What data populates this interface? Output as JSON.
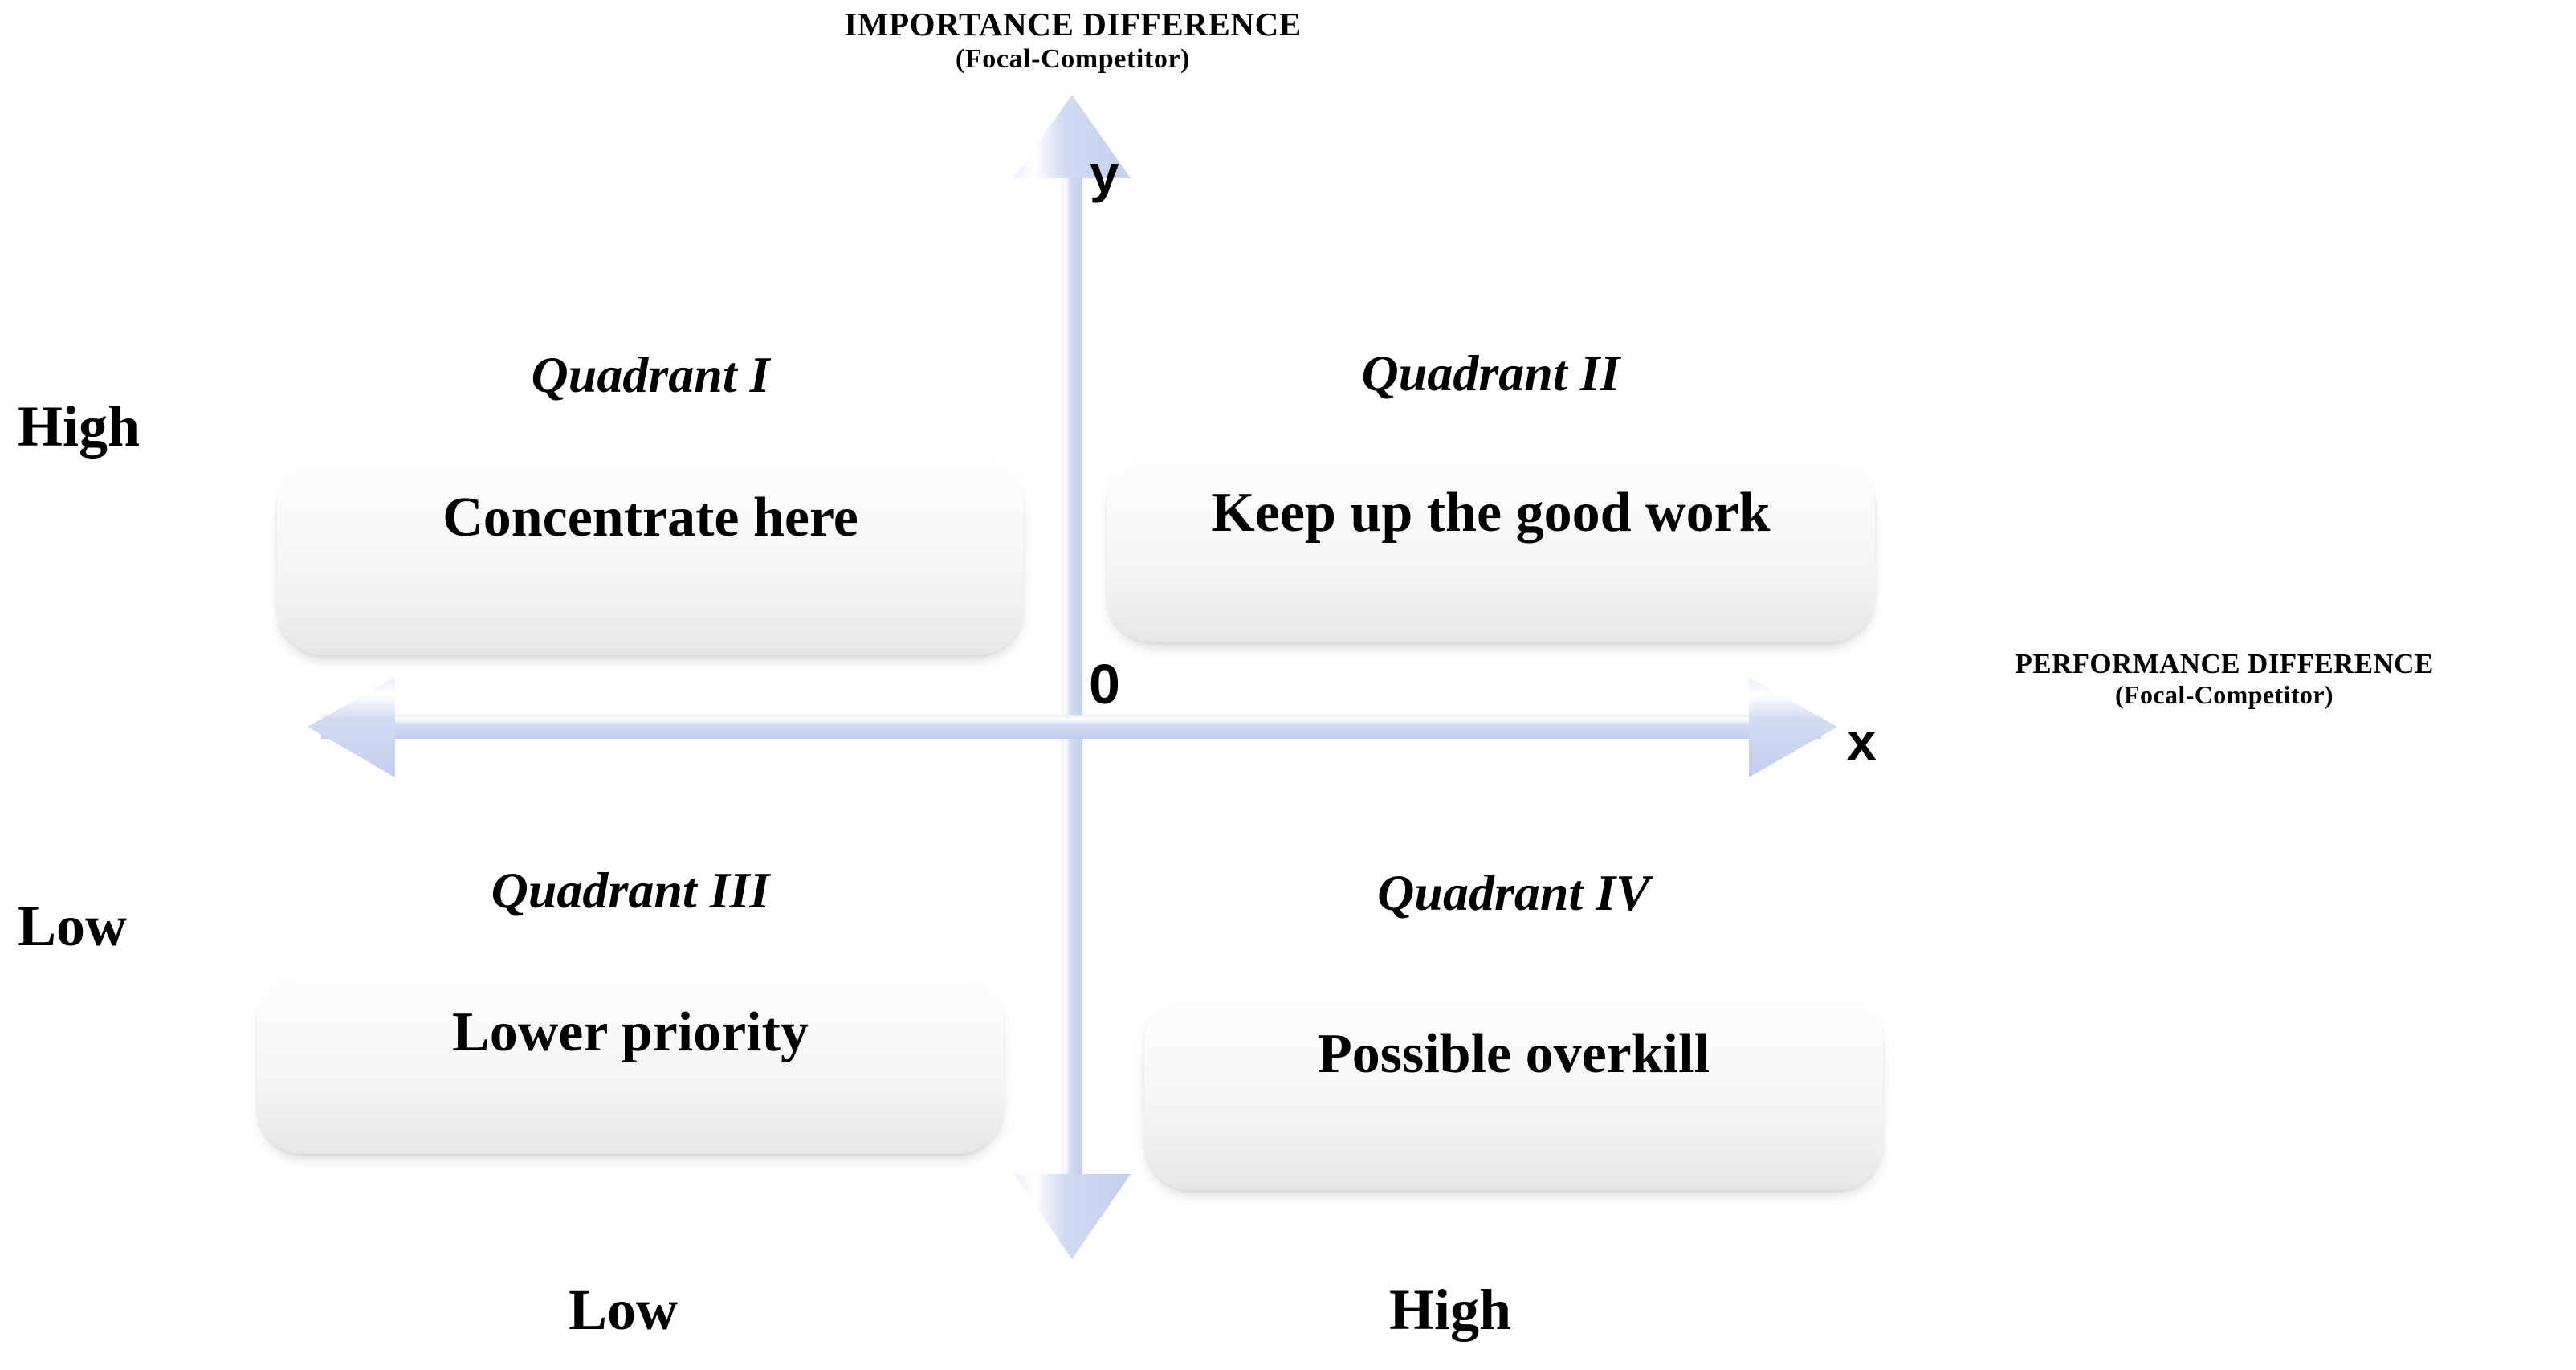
{
  "diagram": {
    "type": "importance-performance-analysis-matrix",
    "axis_color": "#ccd5ef",
    "text_color": "#000000",
    "box_fill_top": "#fdfdfd",
    "box_fill_bottom": "#e6e6e6"
  },
  "axes": {
    "vertical": {
      "title_main": "IMPORTANCE DIFFERENCE",
      "title_sub": "(Focal-Competitor)",
      "letter": "y",
      "high_label": "High",
      "low_label": "Low"
    },
    "horizontal": {
      "title_main": "PERFORMANCE DIFFERENCE",
      "title_sub": "(Focal-Competitor)",
      "letter": "x",
      "low_label": "Low",
      "high_label": "High"
    },
    "origin_label": "0"
  },
  "quadrants": [
    {
      "caption": "Quadrant I",
      "text": "Concentrate here"
    },
    {
      "caption": "Quadrant II",
      "text": "Keep up the good work"
    },
    {
      "caption": "Quadrant III",
      "text": "Lower priority"
    },
    {
      "caption": "Quadrant IV",
      "text": "Possible overkill"
    }
  ]
}
